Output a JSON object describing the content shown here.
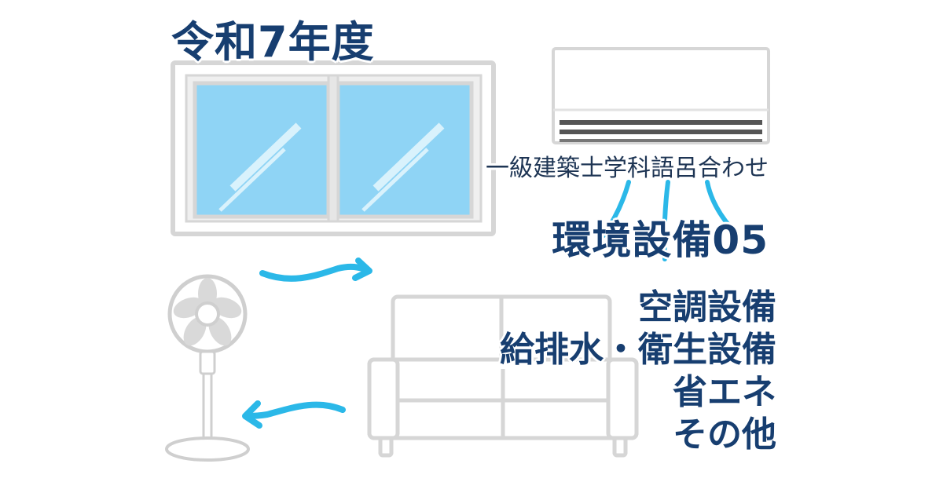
{
  "header": {
    "year_label": "令和7年度",
    "subtitle": "一級建築士学科語呂合わせ",
    "title": "環境設備05"
  },
  "topics": [
    {
      "label": "空調設備"
    },
    {
      "label": "給排水・衛生設備"
    },
    {
      "label": "省エネ"
    },
    {
      "label": "その他"
    }
  ],
  "illustration": {
    "icons": [
      "window-icon",
      "air-conditioner-icon",
      "electric-fan-icon",
      "sofa-icon",
      "airflow-arrow-icon"
    ],
    "colors": {
      "text": "#173e70",
      "airflow": "#2bb8e8",
      "glass": "#8fd4f5",
      "frame": "#d6d6d6"
    }
  }
}
